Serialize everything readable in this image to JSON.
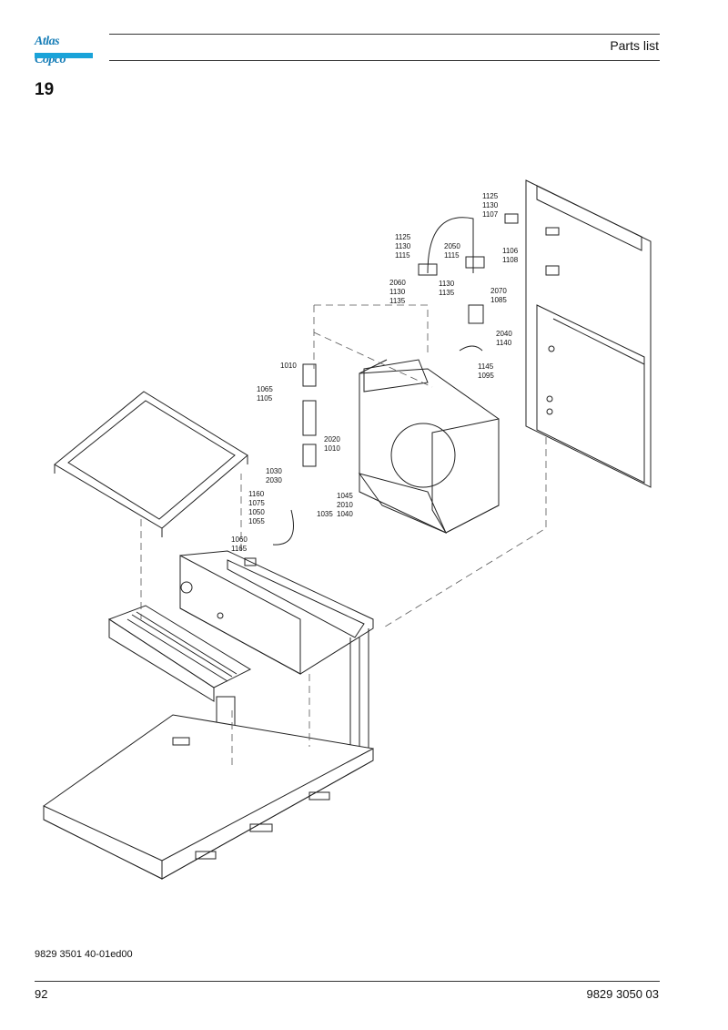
{
  "header": {
    "brand": "Atlas Copco",
    "title": "Parts list"
  },
  "section": {
    "number": "19"
  },
  "drawing": {
    "labels": [
      "1125",
      "1130",
      "1107",
      "1125",
      "1130",
      "1115",
      "2050",
      "1115",
      "1106",
      "1108",
      "2060",
      "1130",
      "1135",
      "1130",
      "1135",
      "2070",
      "1085",
      "2040",
      "1140",
      "1145",
      "1095",
      "1010",
      "1065",
      "1105",
      "2020",
      "1010",
      "1030",
      "2030",
      "1045",
      "2010",
      "1040",
      "1035",
      "1160",
      "1075",
      "1050",
      "1055",
      "1060",
      "1165"
    ]
  },
  "footer": {
    "doc_code": "9829 3501 40-01ed00",
    "page_number": "92",
    "doc_number": "9829 3050 03"
  }
}
